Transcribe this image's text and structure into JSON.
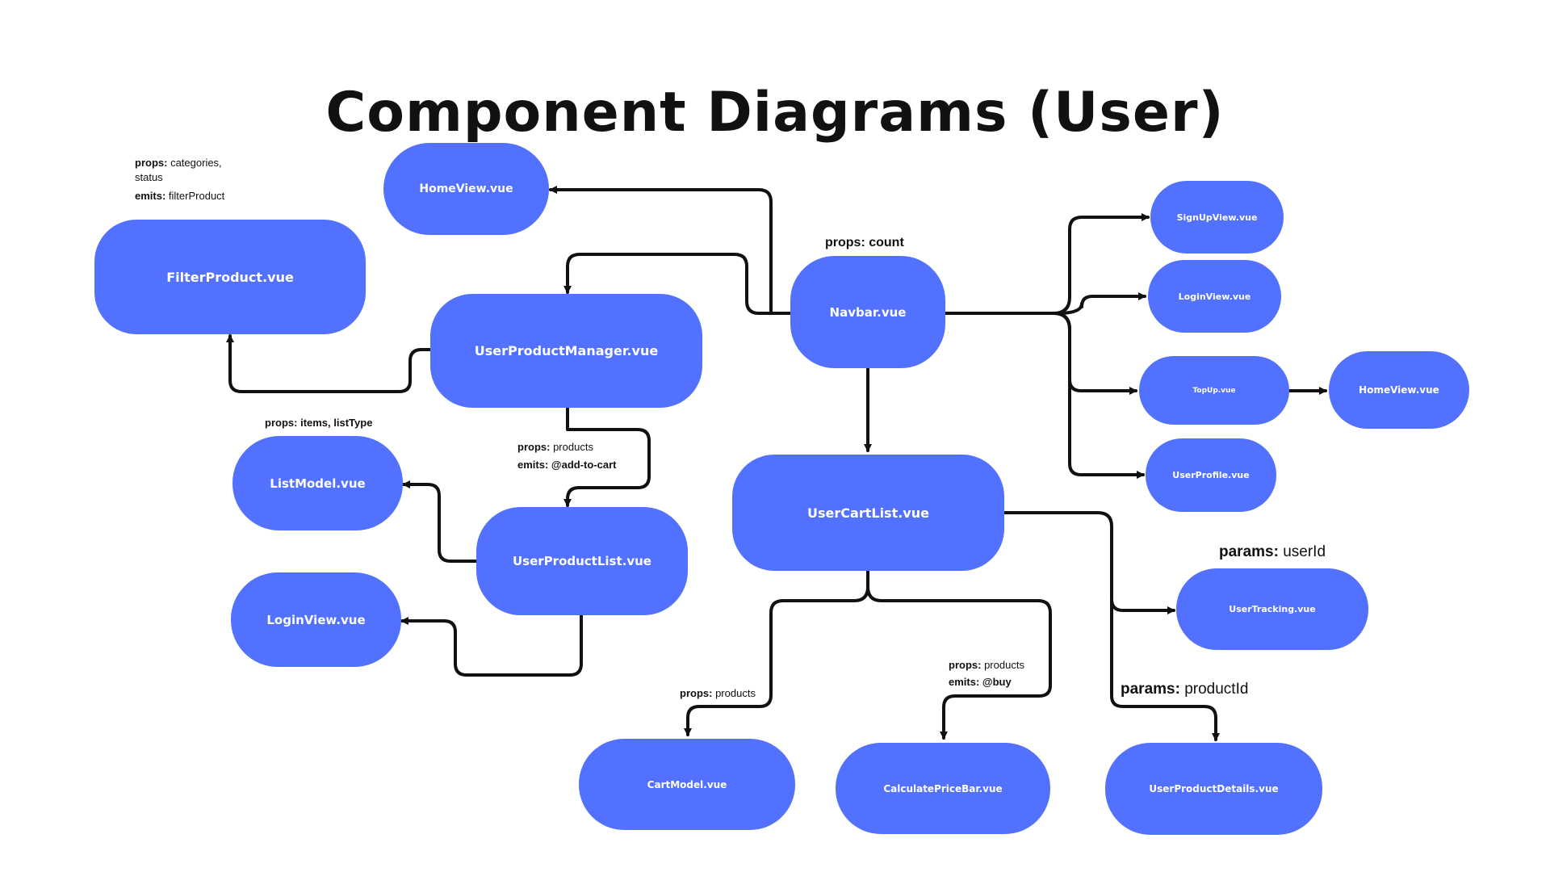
{
  "title": "Component Diagrams (User)",
  "colors": {
    "node": "#5271FF",
    "wire": "#111111",
    "text": "#111111",
    "background": "#FFFFFF"
  },
  "nodes": {
    "filter_product": "FilterProduct.vue",
    "home_view_left": "HomeView.vue",
    "user_product_manager": "UserProductManager.vue",
    "list_model": "ListModel.vue",
    "user_product_list": "UserProductList.vue",
    "login_view_left": "LoginView.vue",
    "navbar": "Navbar.vue",
    "user_cart_list": "UserCartList.vue",
    "sign_up_view": "SignUpView.vue",
    "login_view_right": "LoginView.vue",
    "top_up": "TopUp.vue",
    "home_view_right": "HomeView.vue",
    "user_profile": "UserProfile.vue",
    "user_tracking": "UserTracking.vue",
    "cart_model": "CartModel.vue",
    "calculate_price_bar": "CalculatePriceBar.vue",
    "user_product_details": "UserProductDetails.vue"
  },
  "annotations": {
    "filter": {
      "props_key": "props:",
      "props_val": "categories,",
      "props_val2": "status",
      "emits_key": "emits:",
      "emits_val": "filterProduct"
    },
    "navbar": {
      "props_key": "props:",
      "props_val": "count"
    },
    "list_model": {
      "props_key": "props:",
      "props_val": "items, listType"
    },
    "product_list": {
      "props_key": "props:",
      "props_val": "products",
      "emits_key": "emits:",
      "emits_val": "@add-to-cart"
    },
    "user_tracking": {
      "params_key": "params:",
      "params_val": "userId"
    },
    "product_details": {
      "params_key": "params:",
      "params_val": "productId"
    },
    "cart_model": {
      "props_key": "props:",
      "props_val": "products"
    },
    "price_bar": {
      "props_key": "props:",
      "props_val": "products",
      "emits_key": "emits:",
      "emits_val": "@buy"
    }
  }
}
